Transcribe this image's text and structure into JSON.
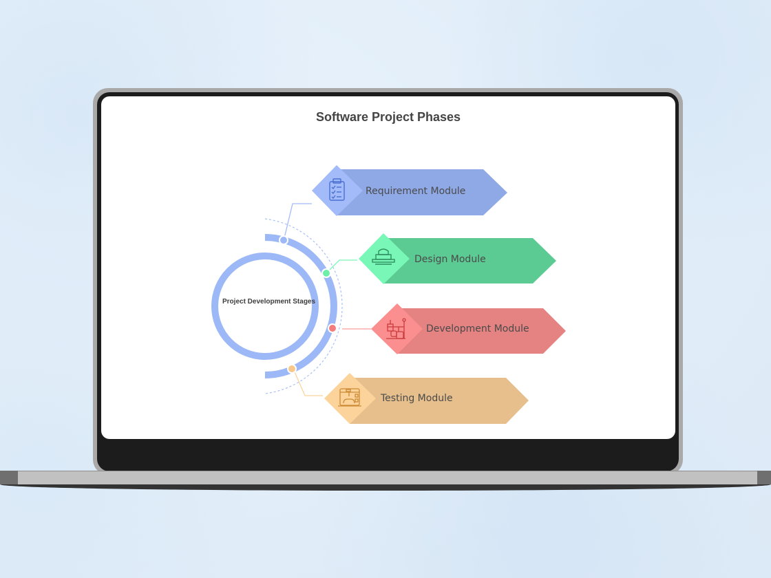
{
  "diagram": {
    "title": "Software Project Phases",
    "center": {
      "label": "Project Development Stages",
      "ring_color": "#9db8f7"
    },
    "phases": [
      {
        "label": "Requirement Module",
        "icon": "clipboard-checklist-icon",
        "body_color": "#8fa8e6",
        "diamond_color": "#a3bbf9",
        "accent_color": "#8fb0f7",
        "icon_color": "#4a6fcf"
      },
      {
        "label": "Design Module",
        "icon": "layered-cake-icon",
        "body_color": "#5bcb93",
        "diamond_color": "#79f7b7",
        "accent_color": "#6cefa9",
        "icon_color": "#2f8f60"
      },
      {
        "label": "Development Module",
        "icon": "lab-equipment-icon",
        "body_color": "#e58282",
        "diamond_color": "#fb8e8e",
        "accent_color": "#f47c7c",
        "icon_color": "#c83c3c"
      },
      {
        "label": "Testing Module",
        "icon": "3d-printer-icon",
        "body_color": "#e6bf8c",
        "diamond_color": "#fcd39b",
        "accent_color": "#f8c88a",
        "icon_color": "#cc8a35"
      }
    ]
  },
  "device": {
    "frame_color": "#a9a9a9",
    "bezel_color": "#1c1c1c",
    "base_color": "#c1c1c1"
  }
}
